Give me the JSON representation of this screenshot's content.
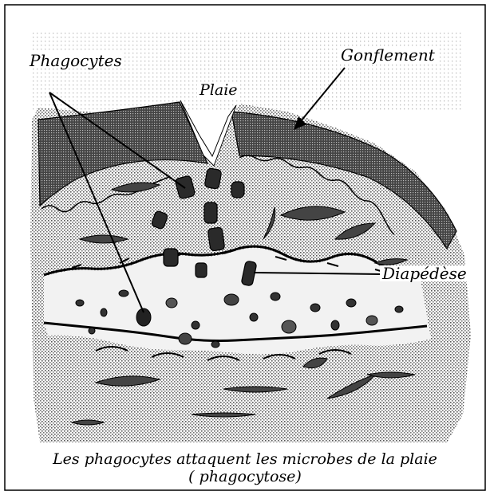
{
  "labels": {
    "phagocytes": "Phagocytes",
    "plaie": "Plaie",
    "gonflement": "Gonflement",
    "diapedese": "Diapédèse"
  },
  "caption": {
    "line1": "Les phagocytes attaquent les microbes  de la plaie",
    "line2": "( phagocytose)"
  }
}
